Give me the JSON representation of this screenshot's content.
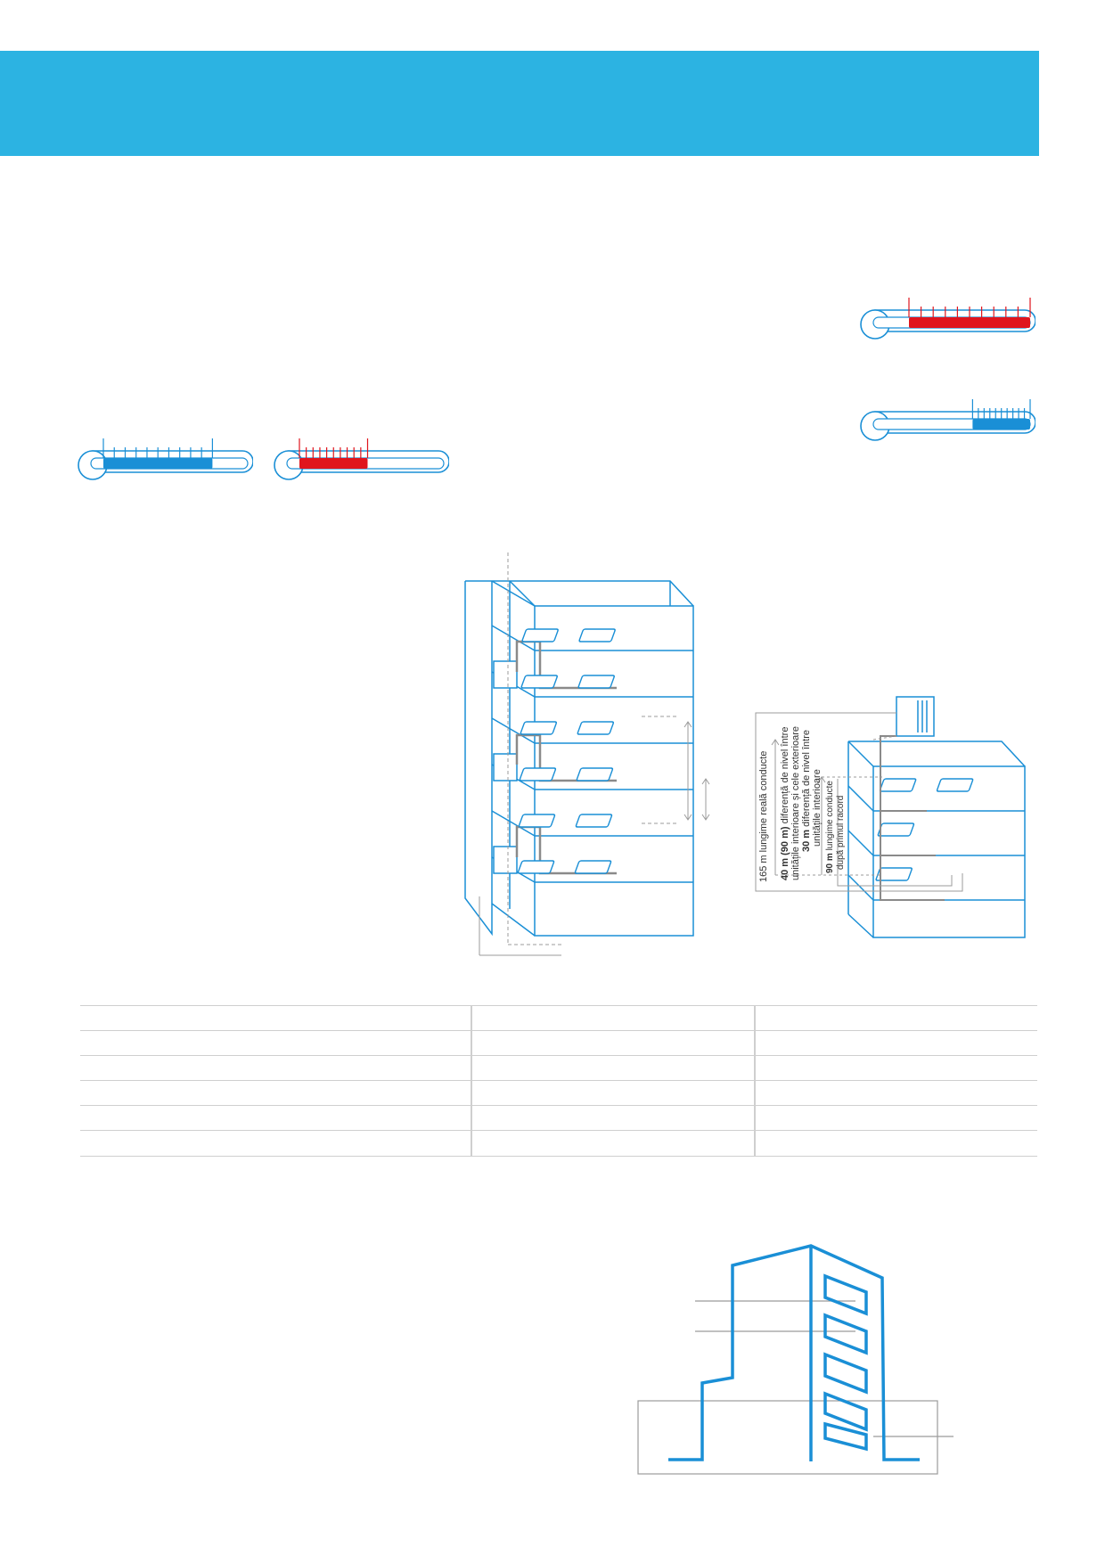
{
  "header": {
    "band_color": "#2cb3e2"
  },
  "colors": {
    "blue": "#1a8fd6",
    "light_blue": "#5fc3ea",
    "red": "#e0151d",
    "grey": "#9b9b9b"
  },
  "thermometers": [
    {
      "id": "cooling-left",
      "fill": "blue",
      "level": 0.72
    },
    {
      "id": "heating-left",
      "fill": "red",
      "level": 0.45
    },
    {
      "id": "heating-right",
      "fill": "red",
      "level": 0.8
    },
    {
      "id": "cooling-right",
      "fill": "blue",
      "level": 0.38
    }
  ],
  "side_diagram": {
    "label_165": "165 m lungime reală conducte",
    "label_40_bold": "40 m (90 m)",
    "label_40_a": " diferență de nivel între",
    "label_40_b": "unitățile interioare și cele exterioare",
    "label_30_bold": "30 m",
    "label_30_a": " diferență de nivel între",
    "label_30_b": "unitățile interioare",
    "label_90_bold": "90 m",
    "label_90_a": " lungime conducte",
    "label_90_b": "după primul racord"
  },
  "table": {
    "rows": 6
  }
}
